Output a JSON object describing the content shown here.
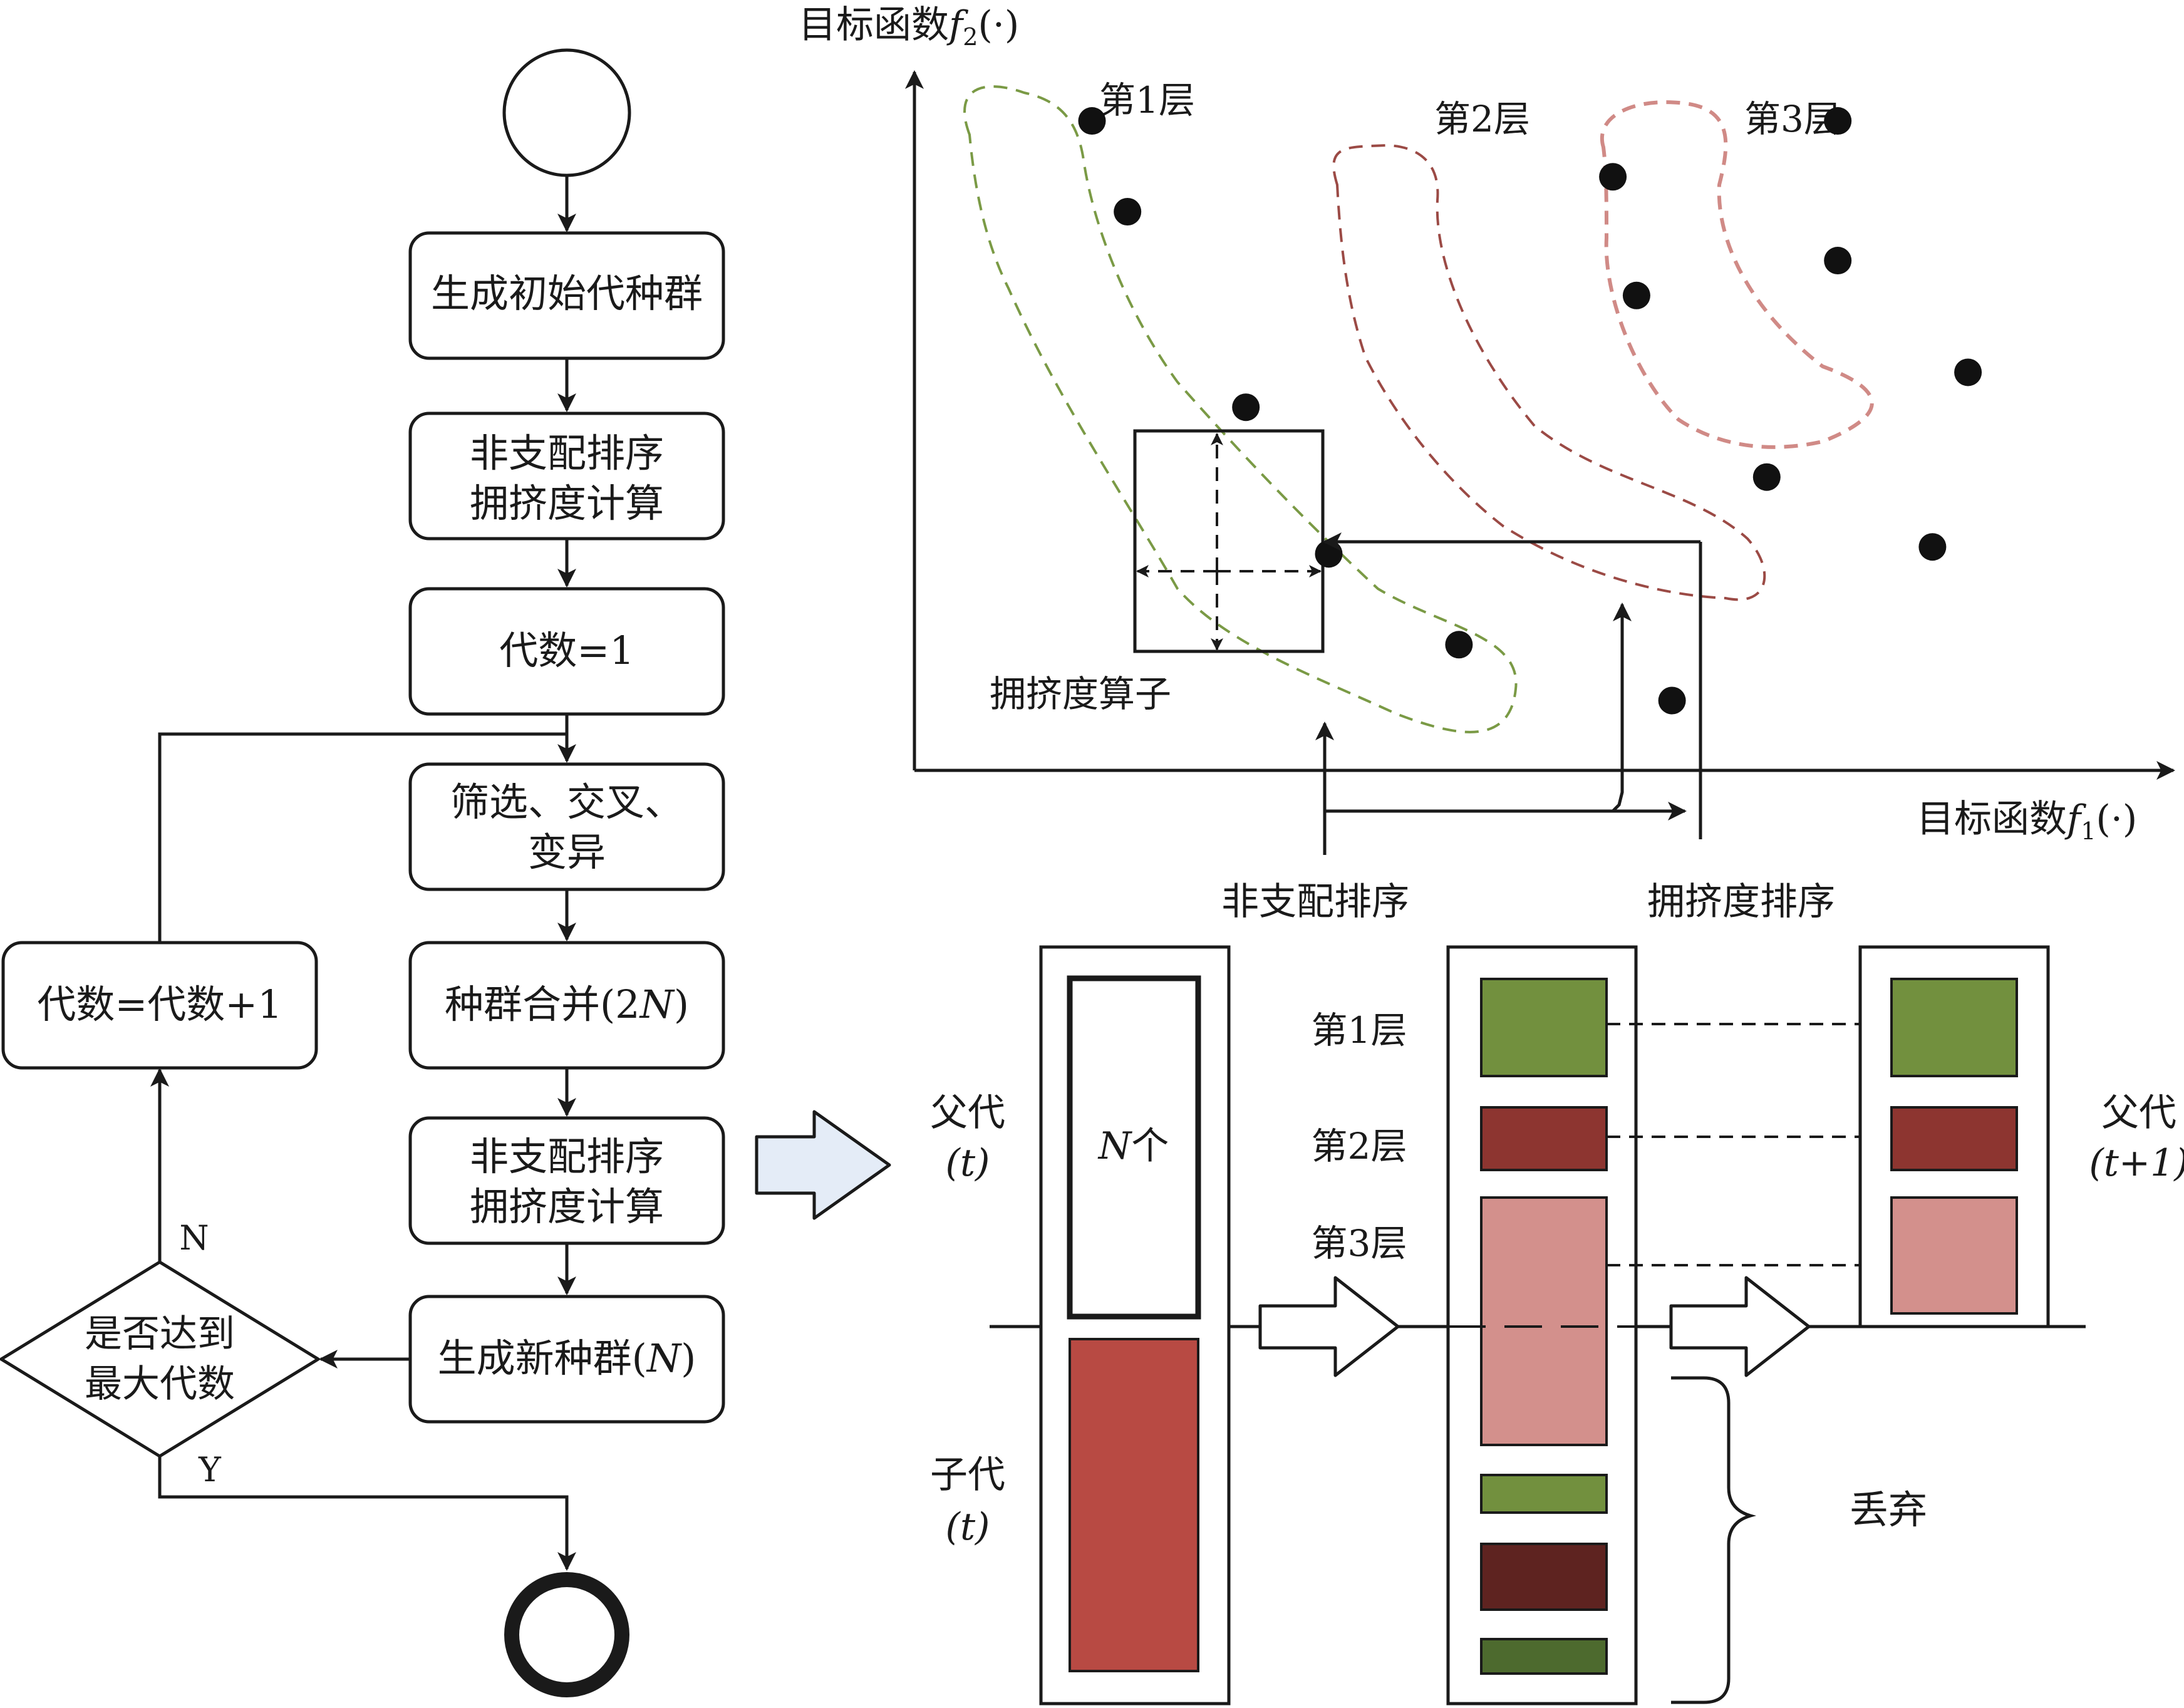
{
  "colors": {
    "layer1": "#72903e",
    "layer2": "#8d3530",
    "layer3": "#d3908c",
    "offspring": "#b84a43",
    "discard1": "#72903e",
    "discard2": "#5e2320",
    "discard3": "#4d6a2e",
    "contour1": "#7a9a45",
    "contour2": "#9b4a45",
    "contour3": "#d08a86",
    "bigArrowFill": "#e4ecf7"
  },
  "flowchart": {
    "step1": "生成初始代种群",
    "step2": [
      "非支配排序",
      "拥挤度计算"
    ],
    "step3": "代数=1",
    "step4": [
      "筛选、交叉、",
      "变异"
    ],
    "step5_prefix": "种群合并(2",
    "step5_var": "N",
    "step5_suffix": ")",
    "step6": [
      "非支配排序",
      "拥挤度计算"
    ],
    "step7_prefix": "生成新种群(",
    "step7_var": "N",
    "step7_suffix": ")",
    "decision": [
      "是否达到",
      "最大代数"
    ],
    "counter": "代数=代数+1",
    "no_label": "N",
    "yes_label": "Y"
  },
  "scatter": {
    "y_axis_prefix": "目标函数",
    "y_axis_var": "f",
    "y_axis_sub": "2",
    "y_axis_suffix": "(·)",
    "x_axis_prefix": "目标函数",
    "x_axis_var": "f",
    "x_axis_sub": "1",
    "x_axis_suffix": "(·)",
    "layer1": "第1层",
    "layer2": "第2层",
    "layer3": "第3层",
    "crowding_operator": "拥挤度算子",
    "nondominated_sort": "非支配排序",
    "crowding_sort": "拥挤度排序",
    "points": [
      {
        "layer": 1,
        "x": 0.15,
        "y": 0.93
      },
      {
        "layer": 1,
        "x": 0.18,
        "y": 0.8
      },
      {
        "layer": 1,
        "x": 0.28,
        "y": 0.52
      },
      {
        "layer": 1,
        "x": 0.35,
        "y": 0.31
      },
      {
        "layer": 1,
        "x": 0.46,
        "y": 0.18
      },
      {
        "layer": 1,
        "x": 0.64,
        "y": 0.1
      },
      {
        "layer": 2,
        "x": 0.59,
        "y": 0.85
      },
      {
        "layer": 2,
        "x": 0.61,
        "y": 0.68
      },
      {
        "layer": 2,
        "x": 0.72,
        "y": 0.42
      },
      {
        "layer": 2,
        "x": 0.86,
        "y": 0.32
      },
      {
        "layer": 3,
        "x": 0.78,
        "y": 0.93
      },
      {
        "layer": 3,
        "x": 0.78,
        "y": 0.73
      },
      {
        "layer": 3,
        "x": 0.89,
        "y": 0.57
      }
    ]
  },
  "population": {
    "parent_t": [
      "父代",
      "(t)"
    ],
    "offspring_t": [
      "子代",
      "(t)"
    ],
    "n_count_var": "N",
    "n_count_suffix": "个",
    "layer1": "第1层",
    "layer2": "第2层",
    "layer3": "第3层",
    "parent_t1": [
      "父代",
      "(t+1)"
    ],
    "discard": "丢弃"
  }
}
